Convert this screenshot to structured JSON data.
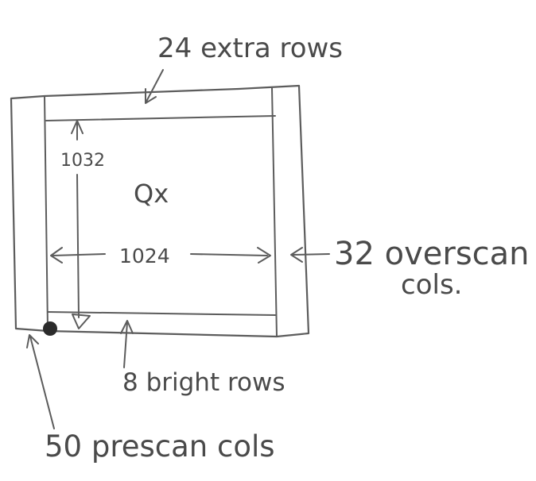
{
  "labels": {
    "extra_rows": "24 extra rows",
    "height_value": "1032",
    "register_name": "Qx",
    "width_value": "1024",
    "overscan_line1": "32 overscan",
    "overscan_line2": "cols.",
    "bright_rows": "8 bright rows",
    "prescan_cols": "50 prescan cols"
  },
  "colors": {
    "pencil": "#5c5c5c",
    "paper": "#ffffff",
    "dot": "#2b2b2b"
  }
}
